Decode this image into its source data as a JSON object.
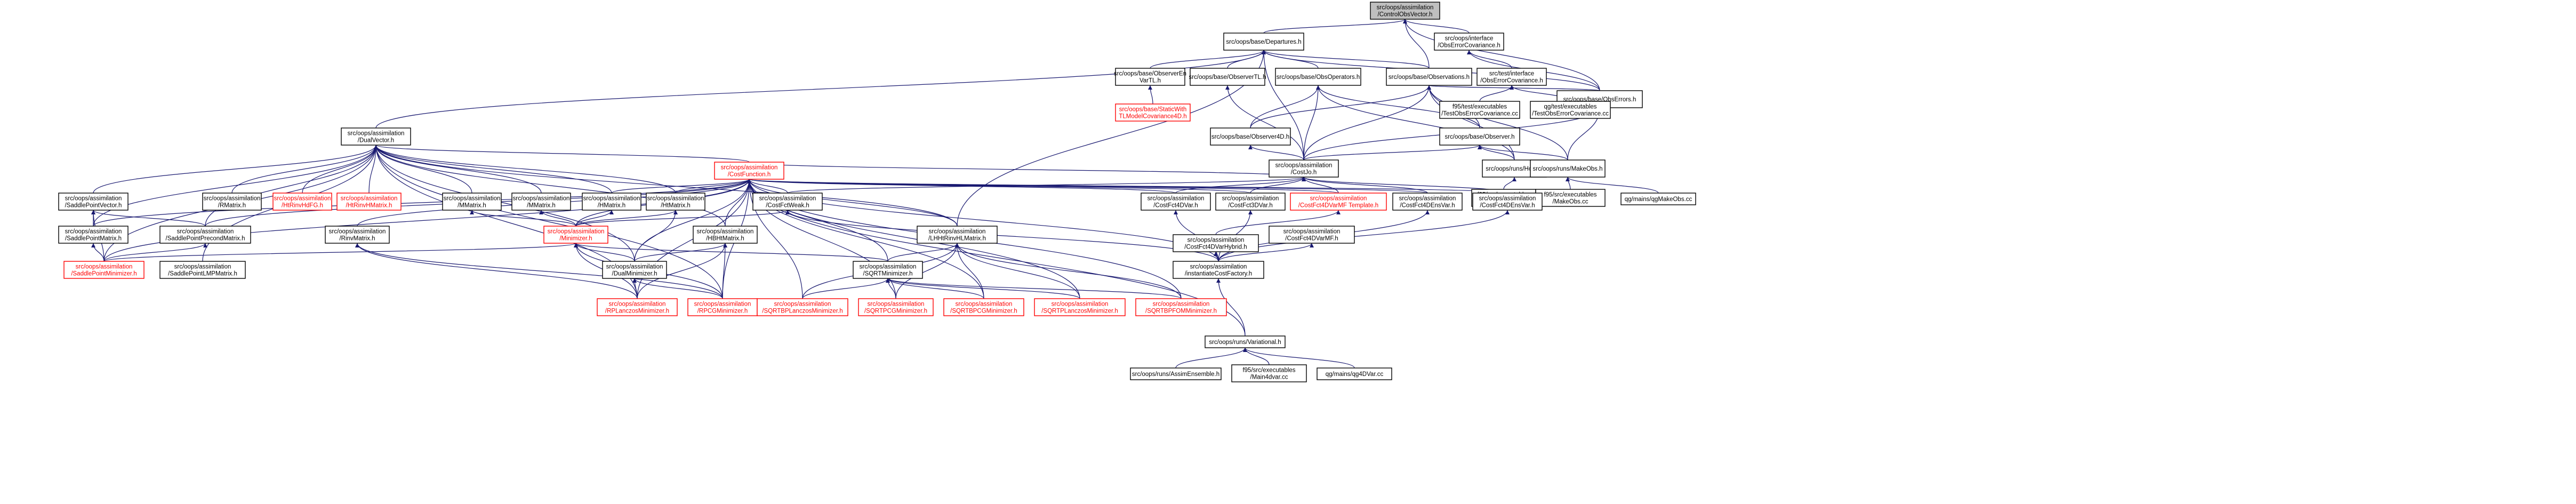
{
  "graph": {
    "colors": {
      "root_fill": "#bfbfbf",
      "node_fill": "#ffffff",
      "edge": "#191970",
      "incomplete": "#ff0000"
    },
    "nodes": [
      {
        "id": "root",
        "lines": [
          "src/oops/assimilation",
          "/ControlObsVector.h"
        ],
        "root": true
      },
      {
        "id": "departures",
        "lines": [
          "src/oops/base/Departures.h"
        ]
      },
      {
        "id": "iface_obserrcov",
        "lines": [
          "src/oops/interface",
          "/ObsErrorCovariance.h"
        ]
      },
      {
        "id": "obsvecs",
        "lines": [
          "src/oops/base/Observations.h"
        ]
      },
      {
        "id": "obserrors",
        "lines": [
          "src/oops/base/ObsErrors.h"
        ]
      },
      {
        "id": "obsvecs_en",
        "lines": [
          "src/oops/base/ObserverEn",
          "VarTL.h"
        ]
      },
      {
        "id": "observertl",
        "lines": [
          "src/oops/base/ObserverTL.h"
        ]
      },
      {
        "id": "obsoperators",
        "lines": [
          "src/oops/base/ObsOperators.h"
        ]
      },
      {
        "id": "static_tl",
        "lines": [
          "src/oops/base/StaticWith",
          "TLModelCovariance4D.h"
        ],
        "red": true
      },
      {
        "id": "test_iface",
        "lines": [
          "src/test/interface",
          "/ObsErrorCovariance.h"
        ]
      },
      {
        "id": "f90_obserrcov",
        "lines": [
          "f95/test/executables",
          "/TestObsErrorCovariance.cc"
        ]
      },
      {
        "id": "qg_obserrcov",
        "lines": [
          "qg/test/executables",
          "/TestObsErrorCovariance.cc"
        ]
      },
      {
        "id": "observer4d",
        "lines": [
          "src/oops/base/Observer4D.h"
        ]
      },
      {
        "id": "observer",
        "lines": [
          "src/oops/base/Observer.h"
        ]
      },
      {
        "id": "dualvector",
        "lines": [
          "src/oops/assimilation",
          "/DualVector.h"
        ]
      },
      {
        "id": "costjo",
        "lines": [
          "src/oops/assimilation",
          "/CostJo.h"
        ]
      },
      {
        "id": "hofx",
        "lines": [
          "src/oops/runs/HofX.h"
        ]
      },
      {
        "id": "makeobs",
        "lines": [
          "src/oops/runs/MakeObs.h"
        ]
      },
      {
        "id": "f95_hofx",
        "lines": [
          "f95/src/executables",
          "/HofX.cc"
        ]
      },
      {
        "id": "f95_makeobs",
        "lines": [
          "f95/src/executables",
          "/MakeObs.cc"
        ]
      },
      {
        "id": "qg_makeobs",
        "lines": [
          "qg/mains/qgMakeObs.cc"
        ]
      },
      {
        "id": "costfunction",
        "lines": [
          "src/oops/assimilation",
          "/CostFunction.h"
        ],
        "red": true
      },
      {
        "id": "saddlepointvector",
        "lines": [
          "src/oops/assimilation",
          "/SaddlePointVector.h"
        ]
      },
      {
        "id": "rmatrix",
        "lines": [
          "src/oops/assimilation",
          "/RMatrix.h"
        ]
      },
      {
        "id": "hinvhdtgl",
        "lines": [
          "src/oops/assimilation",
          "/HtRinvHdFG.h"
        ],
        "red": true
      },
      {
        "id": "hinvhmatrix",
        "lines": [
          "src/oops/assimilation",
          "/HtRinvHMatrix.h"
        ],
        "red": true
      },
      {
        "id": "mmatrix",
        "lines": [
          "src/oops/assimilation",
          "/MMatrix.h"
        ]
      },
      {
        "id": "hmmatrix",
        "lines": [
          "src/oops/assimilation",
          "/MMatrix.h"
        ]
      },
      {
        "id": "hmatrix",
        "lines": [
          "src/oops/assimilation",
          "/HMatrix.h"
        ]
      },
      {
        "id": "htmatrix",
        "lines": [
          "src/oops/assimilation",
          "/HtMatrix.h"
        ]
      },
      {
        "id": "costfctweak",
        "lines": [
          "src/oops/assimilation",
          "/CostFctWeak.h"
        ]
      },
      {
        "id": "costfct4dvar",
        "lines": [
          "src/oops/assimilation",
          "/CostFct4DVar.h"
        ]
      },
      {
        "id": "costfct3dvar",
        "lines": [
          "src/oops/assimilation",
          "/CostFct3DVar.h"
        ]
      },
      {
        "id": "costfct4dvarmf",
        "lines": [
          "src/oops/assimilation",
          "/CostFct4DVarMF Template.h"
        ],
        "red": true
      },
      {
        "id": "costfct4densvar",
        "lines": [
          "src/oops/assimilation",
          "/CostFct4DEnsVar.h"
        ]
      },
      {
        "id": "costfct4densvar2",
        "lines": [
          "src/oops/assimilation",
          "/CostFct4DEnsVar.h"
        ]
      },
      {
        "id": "saddlepointmatrix",
        "lines": [
          "src/oops/assimilation",
          "/SaddlePointMatrix.h"
        ]
      },
      {
        "id": "saddlepointprecond",
        "lines": [
          "src/oops/assimilation",
          "/SaddlePointPrecondMatrix.h"
        ]
      },
      {
        "id": "rinvmatrix",
        "lines": [
          "src/oops/assimilation",
          "/RinvMatrix.h"
        ]
      },
      {
        "id": "minimizer",
        "lines": [
          "src/oops/assimilation",
          "/Minimizer.h"
        ],
        "red": true
      },
      {
        "id": "hbhtmatrix",
        "lines": [
          "src/oops/assimilation",
          "/HBHtMatrix.h"
        ]
      },
      {
        "id": "lhf",
        "lines": [
          "src/oops/assimilation",
          "/LHHtRinvHLMatrix.h"
        ]
      },
      {
        "id": "costfct4dvarhybrid",
        "lines": [
          "src/oops/assimilation",
          "/CostFct4DVarHybrid.h"
        ]
      },
      {
        "id": "costfct4dvarmf2",
        "lines": [
          "src/oops/assimilation",
          "/CostFct4DVarMF.h"
        ]
      },
      {
        "id": "saddlepointminimizer",
        "lines": [
          "src/oops/assimilation",
          "/SaddlePointMinimizer.h"
        ],
        "red": true
      },
      {
        "id": "saddlepointlmp",
        "lines": [
          "src/oops/assimilation",
          "/SaddlePointLMPMatrix.h"
        ]
      },
      {
        "id": "dualminimizer",
        "lines": [
          "src/oops/assimilation",
          "/DualMinimizer.h"
        ]
      },
      {
        "id": "sqrtminimizer",
        "lines": [
          "src/oops/assimilation",
          "/SQRTMinimizer.h"
        ]
      },
      {
        "id": "instantiatecost",
        "lines": [
          "src/oops/assimilation",
          "/instantiateCostFactory.h"
        ]
      },
      {
        "id": "rpl",
        "lines": [
          "src/oops/assimilation",
          "/RPLanczosMinimizer.h"
        ],
        "red": true
      },
      {
        "id": "rpcg",
        "lines": [
          "src/oops/assimilation",
          "/RPCGMinimizer.h"
        ],
        "red": true
      },
      {
        "id": "sqrtplanczos",
        "lines": [
          "src/oops/assimilation",
          "/SQRTBPLanczosMinimizer.h"
        ],
        "red": true
      },
      {
        "id": "sqrtpcg",
        "lines": [
          "src/oops/assimilation",
          "/SQRTPCGMinimizer.h"
        ],
        "red": true
      },
      {
        "id": "sqrtbpcg",
        "lines": [
          "src/oops/assimilation",
          "/SQRTBPCGMinimizer.h"
        ],
        "red": true
      },
      {
        "id": "sqrtplanczos2",
        "lines": [
          "src/oops/assimilation",
          "/SQRTPLanczosMinimizer.h"
        ],
        "red": true
      },
      {
        "id": "sqrtfom",
        "lines": [
          "src/oops/assimilation",
          "/SQRTBPFOMMinimizer.h"
        ],
        "red": true
      },
      {
        "id": "variational",
        "lines": [
          "src/oops/runs/Variational.h"
        ]
      },
      {
        "id": "assimensemble",
        "lines": [
          "src/oops/runs/AssimEnsemble.h"
        ]
      },
      {
        "id": "f95_main4dvar",
        "lines": [
          "f95/src/executables",
          "/Main4dvar.cc"
        ]
      },
      {
        "id": "qg_4dvar",
        "lines": [
          "qg/mains/qg4DVar.cc"
        ]
      }
    ]
  }
}
